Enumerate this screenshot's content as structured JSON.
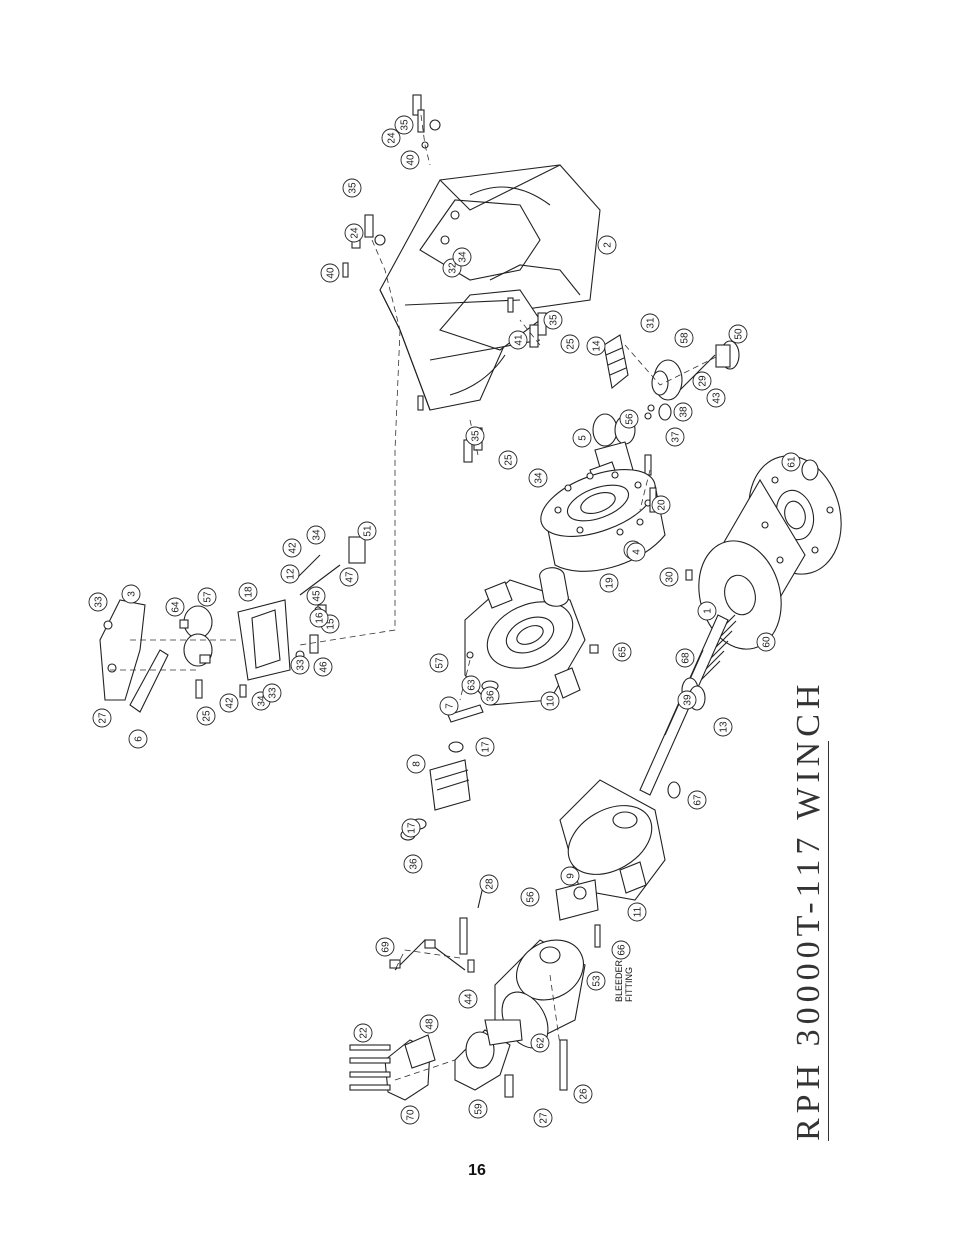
{
  "title": "RPH 30000T-117 WINCH",
  "page_number": "16",
  "bleeder_label": [
    "BLEEDER",
    "FITTING"
  ],
  "callouts": [
    "24",
    "35",
    "40",
    "24",
    "35",
    "32",
    "34",
    "40",
    "2",
    "41",
    "35",
    "25",
    "31",
    "14",
    "58",
    "50",
    "29",
    "43",
    "38",
    "37",
    "5",
    "56",
    "35",
    "25",
    "4",
    "34",
    "4",
    "20",
    "61",
    "42",
    "34",
    "51",
    "47",
    "45",
    "15",
    "16",
    "46",
    "33",
    "18",
    "12",
    "33",
    "3",
    "64",
    "57",
    "27",
    "25",
    "6",
    "42",
    "34",
    "33",
    "19",
    "65",
    "10",
    "57",
    "63",
    "36",
    "30",
    "1",
    "60",
    "68",
    "39",
    "7",
    "17",
    "8",
    "13",
    "17",
    "36",
    "67",
    "11",
    "9",
    "56",
    "66",
    "28",
    "69",
    "44",
    "53",
    "62",
    "26",
    "48",
    "22",
    "70",
    "59",
    "27"
  ]
}
